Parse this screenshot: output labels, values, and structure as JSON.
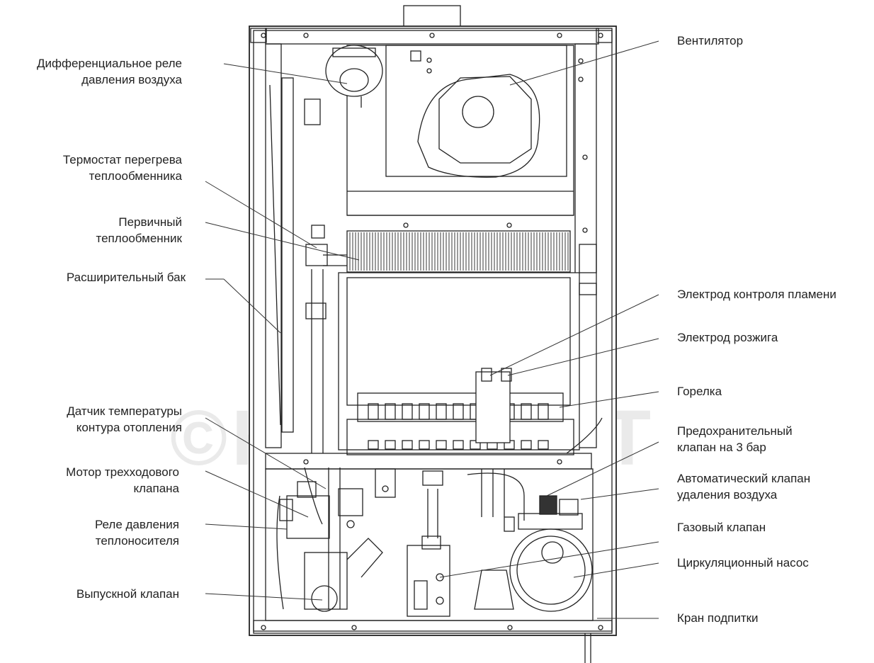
{
  "labels": {
    "air_pressure_relay": [
      "Дифференциальное реле",
      "давления воздуха"
    ],
    "overheat_thermostat": [
      "Термостат перегрева",
      "теплообменника"
    ],
    "primary_exchanger": [
      "Первичный",
      "теплообменник"
    ],
    "expansion_tank": [
      "Расширительный бак"
    ],
    "heating_temp_sensor": [
      "Датчик температуры",
      "контура отопления"
    ],
    "three_way_motor": [
      "Мотор трехходового",
      "клапана"
    ],
    "coolant_pressure_relay": [
      "Реле давления",
      "теплоносителя"
    ],
    "drain_valve": [
      "Выпускной клапан"
    ],
    "fan": [
      "Вентилятор"
    ],
    "flame_electrode": [
      "Электрод контроля пламени"
    ],
    "ignition_electrode": [
      "Электрод розжига"
    ],
    "burner": [
      "Горелка"
    ],
    "safety_valve": [
      "Предохранительный",
      "клапан на 3 бар"
    ],
    "auto_air_valve": [
      "Автоматический клапан",
      "удаления воздуха"
    ],
    "gas_valve": [
      "Газовый клапан"
    ],
    "circulation_pump": [
      "Циркуляционный насос"
    ],
    "fill_tap": [
      "Кран подпитки"
    ]
  },
  "watermark": "©KOMFORT"
}
